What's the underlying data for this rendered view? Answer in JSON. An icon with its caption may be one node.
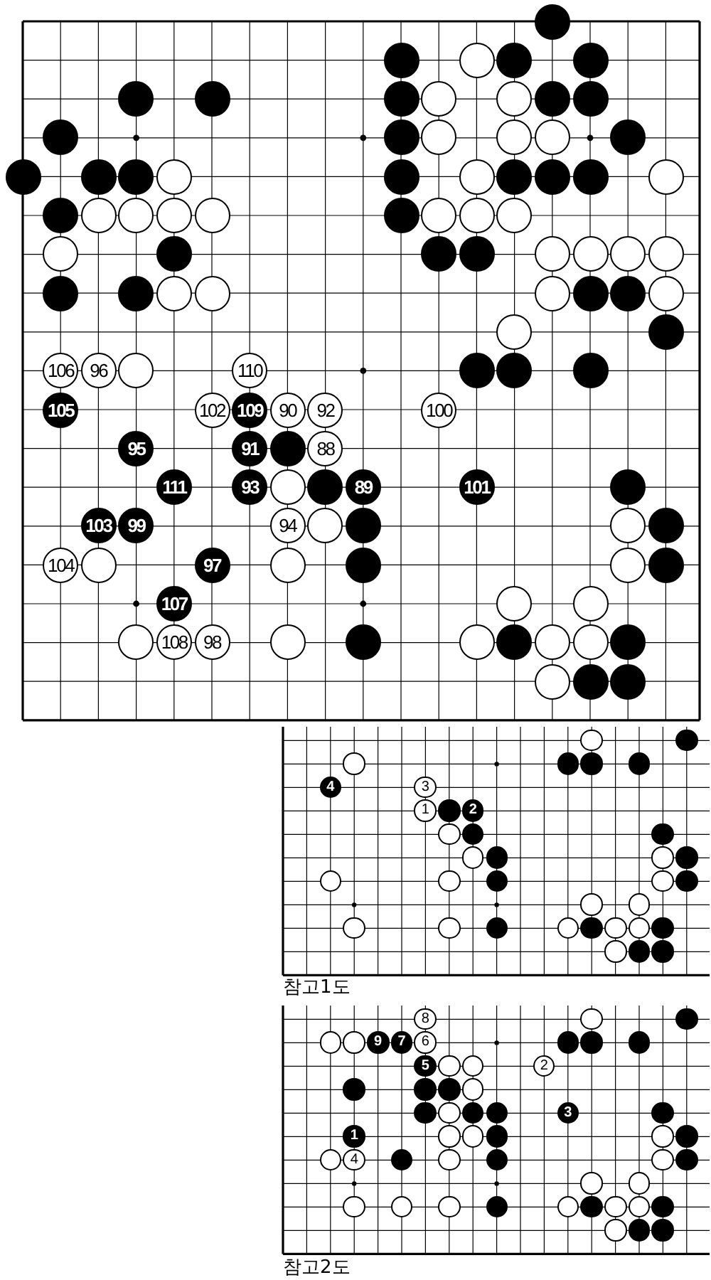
{
  "diagram": {
    "nodes": [
      {
        "text": [],
        "shape": "circle"
      },
      {
        "text": [],
        "shape": "circle"
      },
      {
        "text": [],
        "shape": "circle"
      },
      {
        "text": [],
        "shape": "circle"
      },
      {
        "text": [],
        "shape": "circle"
      },
      {
        "text": [],
        "shape": "circle"
      },
      {
        "text": [],
        "shape": "circle"
      },
      {
        "text": [],
        "shape": "circle"
      },
      {
        "text": [],
        "shape": "circle"
      },
      {
        "text": [],
        "shape": "circle"
      },
      {
        "text": [],
        "shape": "circle"
      },
      {
        "text": [],
        "shape": "circle"
      },
      {
        "text": [],
        "shape": "circle"
      },
      {
        "text": [],
        "shape": "circle"
      },
      {
        "text": [],
        "shape": "circle"
      },
      {
        "text": [],
        "shape": "circle"
      },
      {
        "text": [],
        "shape": "circle"
      },
      {
        "text": [],
        "shape": "circle"
      },
      {
        "text": [],
        "shape": "circle"
      },
      {
        "text": [],
        "shape": "circle"
      },
      {
        "text": [],
        "shape": "circle"
      },
      {
        "text": [],
        "shape": "circle"
      },
      {
        "text": [],
        "shape": "circle"
      },
      {
        "text": [],
        "shape": "circle"
      },
      {
        "text": [],
        "shape": "circle"
      },
      {
        "text": [],
        "shape": "circle"
      },
      {
        "text": [],
        "shape": "circle"
      },
      {
        "text": [],
        "shape": "circle"
      },
      {
        "text": [],
        "shape": "circle"
      },
      {
        "text": [],
        "shape": "circle"
      },
      {
        "text": [],
        "shape": "circle"
      },
      {
        "text": [],
        "shape": "circle"
      },
      {
        "text": [],
        "shape": "circle"
      },
      {
        "text": [],
        "shape": "circle"
      },
      {
        "text": [],
        "shape": "circle"
      },
      {
        "text": [],
        "shape": "circle"
      },
      {
        "text": [],
        "shape": "circle"
      },
      {
        "text": [],
        "shape": "circle"
      },
      {
        "text": [],
        "shape": "circle"
      },
      {
        "text": [],
        "shape": "circle"
      },
      {
        "text": [],
        "shape": "circle"
      },
      {
        "text": [],
        "shape": "circle"
      },
      {
        "text": [],
        "shape": "circle"
      },
      {
        "text": [],
        "shape": "circle"
      },
      {
        "text": [],
        "shape": "circle"
      },
      {
        "text": [],
        "shape": "circle"
      },
      {
        "text": [],
        "shape": "circle"
      },
      {
        "text": [],
        "shape": "circle"
      },
      {
        "text": [],
        "shape": "circle"
      },
      {
        "text": [],
        "shape": "circle"
      },
      {
        "text": [],
        "shape": "circle"
      },
      {
        "text": [],
        "shape": "circle"
      },
      {
        "text": [],
        "shape": "circle"
      },
      {
        "text": [],
        "shape": "circle"
      },
      {
        "text": [],
        "shape": "circle"
      },
      {
        "text": [
          "106"
        ]
      },
      {
        "text": [
          "96"
        ]
      },
      {
        "text": [],
        "shape": "circle"
      },
      {
        "text": [
          "110"
        ]
      },
      {
        "text": [],
        "shape": "circle"
      },
      {
        "text": [],
        "shape": "circle"
      },
      {
        "text": [],
        "shape": "circle"
      },
      {
        "text": [
          "105"
        ]
      },
      {
        "text": [
          "102"
        ]
      },
      {
        "text": [
          "109"
        ]
      },
      {
        "text": [
          "90"
        ]
      },
      {
        "text": [
          "92"
        ]
      },
      {
        "text": [
          "100"
        ]
      },
      {
        "text": [
          "95"
        ]
      },
      {
        "text": [
          "91"
        ]
      },
      {
        "text": [],
        "shape": "circle"
      },
      {
        "text": [
          "88"
        ]
      },
      {
        "text": [
          "111"
        ]
      },
      {
        "text": [
          "93"
        ]
      },
      {
        "text": [],
        "shape": "circle"
      },
      {
        "text": [],
        "shape": "circle"
      },
      {
        "text": [
          "89"
        ]
      },
      {
        "text": [
          "101"
        ]
      },
      {
        "text": [],
        "shape": "circle"
      },
      {
        "text": [
          "103"
        ]
      },
      {
        "text": [
          "99"
        ]
      },
      {
        "text": [
          "94"
        ]
      },
      {
        "text": [],
        "shape": "circle"
      },
      {
        "text": [],
        "shape": "circle"
      },
      {
        "text": [],
        "shape": "circle"
      },
      {
        "text": [],
        "shape": "circle"
      },
      {
        "text": [
          "104"
        ]
      },
      {
        "text": [],
        "shape": "circle"
      },
      {
        "text": [
          "97"
        ]
      },
      {
        "text": [],
        "shape": "circle"
      },
      {
        "text": [],
        "shape": "circle"
      },
      {
        "text": [],
        "shape": "circle"
      },
      {
        "text": [],
        "shape": "circle"
      },
      {
        "text": [
          "107"
        ]
      },
      {
        "text": [],
        "shape": "circle"
      },
      {
        "text": [],
        "shape": "circle"
      },
      {
        "text": [],
        "shape": "circle"
      },
      {
        "text": [
          "108"
        ]
      },
      {
        "text": [
          "98"
        ]
      },
      {
        "text": [],
        "shape": "circle"
      },
      {
        "text": [],
        "shape": "circle"
      },
      {
        "text": [],
        "shape": "circle"
      },
      {
        "text": [],
        "shape": "circle"
      },
      {
        "text": [],
        "shape": "circle"
      },
      {
        "text": [],
        "shape": "circle"
      },
      {
        "text": [],
        "shape": "circle"
      },
      {
        "text": [],
        "shape": "circle"
      },
      {
        "text": [],
        "shape": "circle"
      },
      {
        "text": [],
        "shape": "circle"
      },
      {
        "text": [],
        "shape": "circle"
      },
      {
        "text": [],
        "shape": "circle"
      },
      {
        "text": [],
        "shape": "circle"
      },
      {
        "text": [],
        "shape": "circle"
      },
      {
        "text": [],
        "shape": "circle"
      },
      {
        "text": [],
        "shape": "circle"
      },
      {
        "text": [
          "4"
        ]
      },
      {
        "text": [
          "3"
        ]
      },
      {
        "text": [
          "1"
        ]
      },
      {
        "text": [],
        "shape": "circle"
      },
      {
        "text": [
          "2"
        ]
      },
      {
        "text": [],
        "shape": "circle"
      },
      {
        "text": [],
        "shape": "circle"
      },
      {
        "text": [],
        "shape": "circle"
      },
      {
        "text": [],
        "shape": "circle"
      },
      {
        "text": [],
        "shape": "circle"
      },
      {
        "text": [],
        "shape": "circle"
      },
      {
        "text": [],
        "shape": "circle"
      },
      {
        "text": [],
        "shape": "circle"
      },
      {
        "text": [],
        "shape": "circle"
      },
      {
        "text": [],
        "shape": "circle"
      },
      {
        "text": [],
        "shape": "circle"
      },
      {
        "text": [],
        "shape": "circle"
      },
      {
        "text": [],
        "shape": "circle"
      },
      {
        "text": [],
        "shape": "circle"
      },
      {
        "text": [],
        "shape": "circle"
      },
      {
        "text": [],
        "shape": "circle"
      },
      {
        "text": [],
        "shape": "circle"
      },
      {
        "text": [],
        "shape": "circle"
      },
      {
        "text": [],
        "shape": "circle"
      },
      {
        "text": [],
        "shape": "circle"
      },
      {
        "text": [],
        "shape": "circle"
      },
      {
        "text": [],
        "shape": "circle"
      },
      {
        "text": [],
        "shape": "circle"
      },
      {
        "text": [],
        "shape": "circle"
      },
      {
        "text": [],
        "shape": "circle"
      },
      {
        "text": [
          "8"
        ]
      },
      {
        "text": [],
        "shape": "circle"
      },
      {
        "text": [],
        "shape": "circle"
      },
      {
        "text": [],
        "shape": "circle"
      },
      {
        "text": [],
        "shape": "circle"
      },
      {
        "text": [
          "9"
        ]
      },
      {
        "text": [
          "7"
        ]
      },
      {
        "text": [
          "6"
        ]
      },
      {
        "text": [],
        "shape": "circle"
      },
      {
        "text": [],
        "shape": "circle"
      },
      {
        "text": [],
        "shape": "circle"
      },
      {
        "text": [
          "5"
        ]
      },
      {
        "text": [],
        "shape": "circle"
      },
      {
        "text": [],
        "shape": "circle"
      },
      {
        "text": [
          "2"
        ]
      },
      {
        "text": [],
        "shape": "circle"
      },
      {
        "text": [],
        "shape": "circle"
      },
      {
        "text": [],
        "shape": "circle"
      },
      {
        "text": [],
        "shape": "circle"
      },
      {
        "text": [],
        "shape": "circle"
      },
      {
        "text": [],
        "shape": "circle"
      },
      {
        "text": [],
        "shape": "circle"
      },
      {
        "text": [],
        "shape": "circle"
      },
      {
        "text": [
          "3"
        ]
      },
      {
        "text": [],
        "shape": "circle"
      },
      {
        "text": [
          "1"
        ]
      },
      {
        "text": [],
        "shape": "circle"
      },
      {
        "text": [],
        "shape": "circle"
      },
      {
        "text": [],
        "shape": "circle"
      },
      {
        "text": [],
        "shape": "circle"
      },
      {
        "text": [],
        "shape": "circle"
      },
      {
        "text": [],
        "shape": "circle"
      },
      {
        "text": [
          "4"
        ]
      },
      {
        "text": [],
        "shape": "circle"
      },
      {
        "text": [],
        "shape": "circle"
      },
      {
        "text": [],
        "shape": "circle"
      },
      {
        "text": [],
        "shape": "circle"
      },
      {
        "text": [],
        "shape": "circle"
      },
      {
        "text": [],
        "shape": "circle"
      },
      {
        "text": [],
        "shape": "circle"
      },
      {
        "text": [],
        "shape": "circle"
      },
      {
        "text": [],
        "shape": "circle"
      },
      {
        "text": [],
        "shape": "circle"
      },
      {
        "text": [],
        "shape": "circle"
      },
      {
        "text": [],
        "shape": "circle"
      },
      {
        "text": [],
        "shape": "circle"
      },
      {
        "text": [],
        "shape": "circle"
      },
      {
        "text": [],
        "shape": "circle"
      },
      {
        "text": [],
        "shape": "circle"
      },
      {
        "text": [],
        "shape": "circle"
      },
      {
        "text": [],
        "shape": "circle"
      },
      {
        "text": [],
        "shape": "circle"
      }
    ],
    "labels": [
      "참고1도",
      "참고2도"
    ]
  }
}
